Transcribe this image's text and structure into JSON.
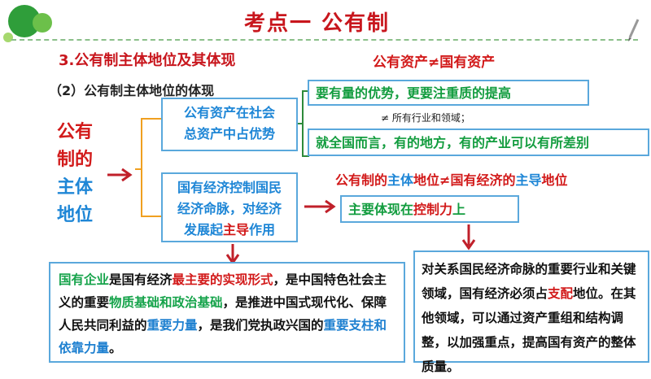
{
  "title": "考点一  公有制",
  "heading": "3.公有制主体地位及其体现",
  "subheading": "（2）公有制主体地位的体现",
  "note_top": "公有资产≠国有资产",
  "side_label": {
    "line1": "公有",
    "line2": "制的",
    "line3": "主体",
    "line4": "地位"
  },
  "box_a": "公有资产在社会总资产中占优势",
  "box_a_l1": "公有资产在社会",
  "box_a_l2": "总资产中占优势",
  "box_quality": "要有量的优势，更要注重质的提高",
  "box_small_note": "≠ 所有行业和领域；",
  "box_regional": "就全国而言，有的地方，有的产业可以有所差别",
  "box_b_l1": "国有经济控制国民",
  "box_b_l2": "经济命脉，对经济",
  "box_b_l3_pre": "发展起",
  "box_b_l3_em": "主导",
  "box_b_l3_post": "作用",
  "note_mid": "公有制的主体地位≠国有经济的主导地位",
  "note_mid_parts": {
    "p1": "公有制的",
    "p2": "主体",
    "p3": "地位≠国有经济的",
    "p4": "主导",
    "p5": "地位"
  },
  "box_control": {
    "pre": "主要体现在",
    "em": "控制力",
    "post": "上"
  },
  "bottom_left": {
    "s1": "国有企业",
    "s2": "是国有经济",
    "s3": "最主要的实现形式",
    "s4": "，是中国特色社会主义的重要",
    "s5": "物质基础和政治基础",
    "s6": "，是推进中国式现代化、保障人民共同利益的",
    "s7": "重要力量",
    "s8": "，是我们党执政兴国的",
    "s9": "重要支柱和依靠力量",
    "s10": "。"
  },
  "bottom_right": {
    "s1": "对关系国民经济命脉的重要行业和关键领域，国有经济必须占",
    "s2": "支配",
    "s3": "地位。在其他领域，可以通过资产重组和结构调整，以加强重点，提高国有资产的整体质量。"
  },
  "colors": {
    "red": "#d21a1a",
    "blue": "#1e86d6",
    "green": "#129c3e",
    "border": "#5aa8dc",
    "orange": "#f0a020"
  }
}
